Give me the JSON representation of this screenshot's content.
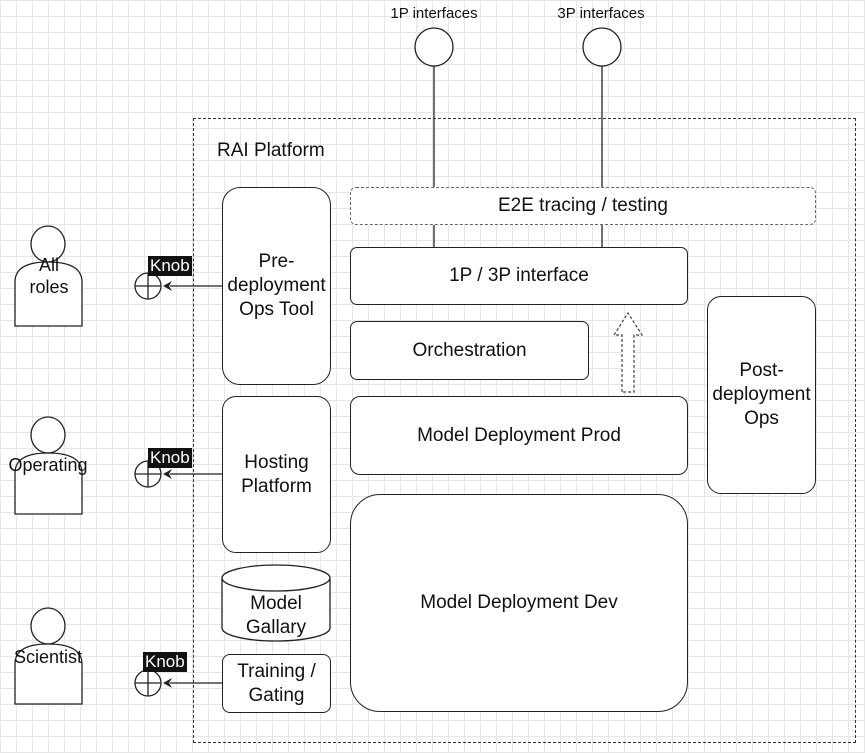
{
  "interfaces": {
    "first_party": "1P interfaces",
    "third_party": "3P interfaces"
  },
  "platform": {
    "title": "RAI Platform"
  },
  "boxes": {
    "e2e": "E2E tracing / testing",
    "interface": "1P / 3P interface",
    "orchestration": "Orchestration",
    "deploy_prod": "Model Deployment Prod",
    "deploy_dev": "Model Deployment Dev",
    "predeploy": "Pre-\ndeployment\nOps Tool",
    "hosting": "Hosting\nPlatform",
    "gallery": "Model\nGallary",
    "training": "Training /\nGating",
    "postdeploy": "Post-\ndeployment\nOps"
  },
  "actors": [
    {
      "label": "All\nroles",
      "knob": "Knob"
    },
    {
      "label": "Operating",
      "knob": "Knob"
    },
    {
      "label": "Scientist",
      "knob": "Knob"
    }
  ],
  "colors": {
    "stroke": "#222222",
    "knob_bg": "#111111",
    "grid": "#e6e6e6"
  }
}
